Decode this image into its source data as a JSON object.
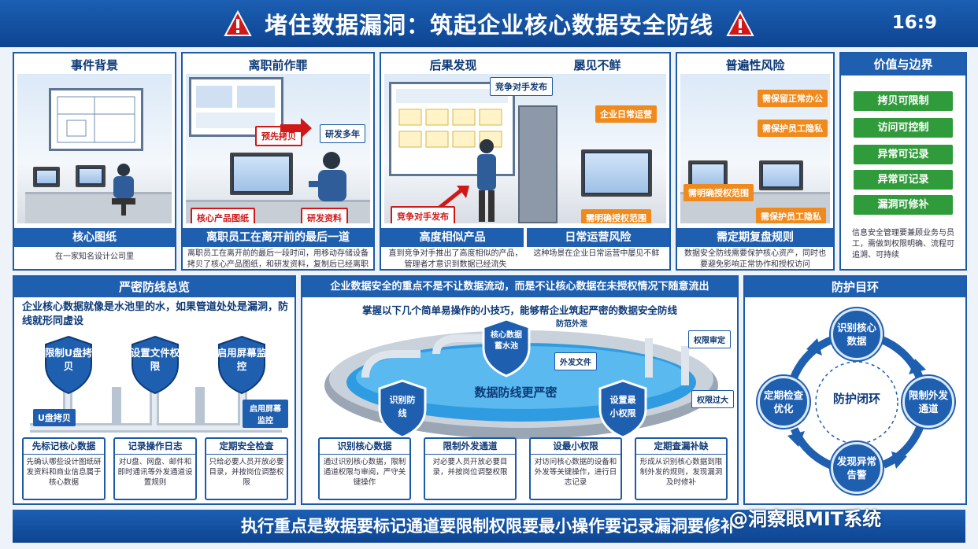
{
  "header": {
    "title": "堵住数据漏洞：筑起企业核心数据安全防线",
    "ratio": "16:9"
  },
  "panels": [
    {
      "title": "事件背景",
      "bar": "核心图纸",
      "desc": "在一家知名设计公司里"
    },
    {
      "title": "离职前作罪",
      "bar": "离职员工在离开前的最后一道",
      "desc": "离职员工在离开前的最后一段时间，用移动存储设备拷贝了核心产品图纸，和研发资料，复制后已经离职",
      "tags": {
        "t1": "研发多年",
        "t2": "核心产品图纸",
        "t3": "研发资料",
        "t4": "预先拷贝"
      }
    },
    {
      "title": "后果发现",
      "bar": "高度相似产品",
      "desc": "直到竞争对手推出了高度相似的产品，管理者才意识到数据已经流失",
      "tags": {
        "t1": "竞争对手发布",
        "t2": "竞争对手发布"
      }
    },
    {
      "title": "屡见不鲜",
      "bar": "日常运营风险",
      "desc": "这种场景在企业日常运营中屡见不鲜",
      "tags": {
        "t1": "企业日常运营",
        "t2": "需明确授权范围"
      }
    },
    {
      "title": "普遍性风险",
      "bar": "需定期复盘规则",
      "desc": "数据安全防线需要保护核心资产，同时也要避免影响正常协作和授权访问",
      "tags": {
        "t1": "需保留正常办公",
        "t2": "需保护员工隐私",
        "t3": "需保护员工隐私",
        "t4": "需明确授权范围"
      }
    },
    {
      "title": "价值与边界",
      "items": [
        "拷贝可限制",
        "访问可控制",
        "异常可记录",
        "异常可记录",
        "漏洞可修补"
      ],
      "desc": "信息安全管理要兼顾业务与员工，需做到权限明确、流程可追溯、可持续"
    }
  ],
  "left": {
    "title": "严密防线总览",
    "lead": "企业核心数据就像是水池里的水，如果管道处处是漏洞，防线就形同虚设",
    "shields": [
      "限制U盘拷贝",
      "设置文件权限",
      "启用屏幕监控"
    ],
    "labels": {
      "usb": "U盘拷贝",
      "screen": "启用屏幕监控"
    },
    "boxes": [
      {
        "head": "先标记核心数据",
        "text": "先确认哪些设计图纸研发资料和商业信息属于核心数据"
      },
      {
        "head": "记录操作日志",
        "text": "对U盘、网盘、邮件和即时通讯等外发通道设置规则"
      },
      {
        "head": "定期安全检查",
        "text": "只给必要人员开放必要目录，并按岗位调整权限"
      }
    ]
  },
  "mid": {
    "title": "企业数据安全的重点不是不让数据流动，而是不让核心数据在未授权情况下随意流出",
    "lead": "掌握以下几个简单易操作的小技巧，能够帮企业筑起严密的数据安全防线",
    "pool_label": "数据防线更严密",
    "shields": [
      "识别防线",
      "核心数据蓄水池",
      "设置最小权限"
    ],
    "tags": {
      "t1": "防范外泄",
      "t2": "外发文件",
      "t3": "权限审定",
      "t4": "权限过大"
    },
    "boxes": [
      {
        "head": "识别核心数据",
        "text": "通过识别核心数据，限制通道权限与审阅，严守关键操作"
      },
      {
        "head": "限制外发通道",
        "text": "对必要人员开放必要目录，并按岗位调整权限"
      },
      {
        "head": "设最小权限",
        "text": "对访问核心数据的设备和外发等关键操作，进行日志记录"
      },
      {
        "head": "定期查漏补缺",
        "text": "形成从识别核心数据到限制外发的规则，发现漏洞及时修补"
      }
    ]
  },
  "right": {
    "title": "防护目环",
    "center": "防护闭环",
    "nodes": [
      "识别核心数据",
      "限制外发通道",
      "发现异常告警",
      "定期检查优化"
    ]
  },
  "footer": "执行重点是数据要标记通道要限制权限要最小操作要记录漏洞要修补",
  "watermark": "@洞察眼MIT系统",
  "colors": {
    "primary": "#1f5fb0",
    "accent": "#f08a1c",
    "alert": "#d01818",
    "ok": "#2f9b3a"
  }
}
